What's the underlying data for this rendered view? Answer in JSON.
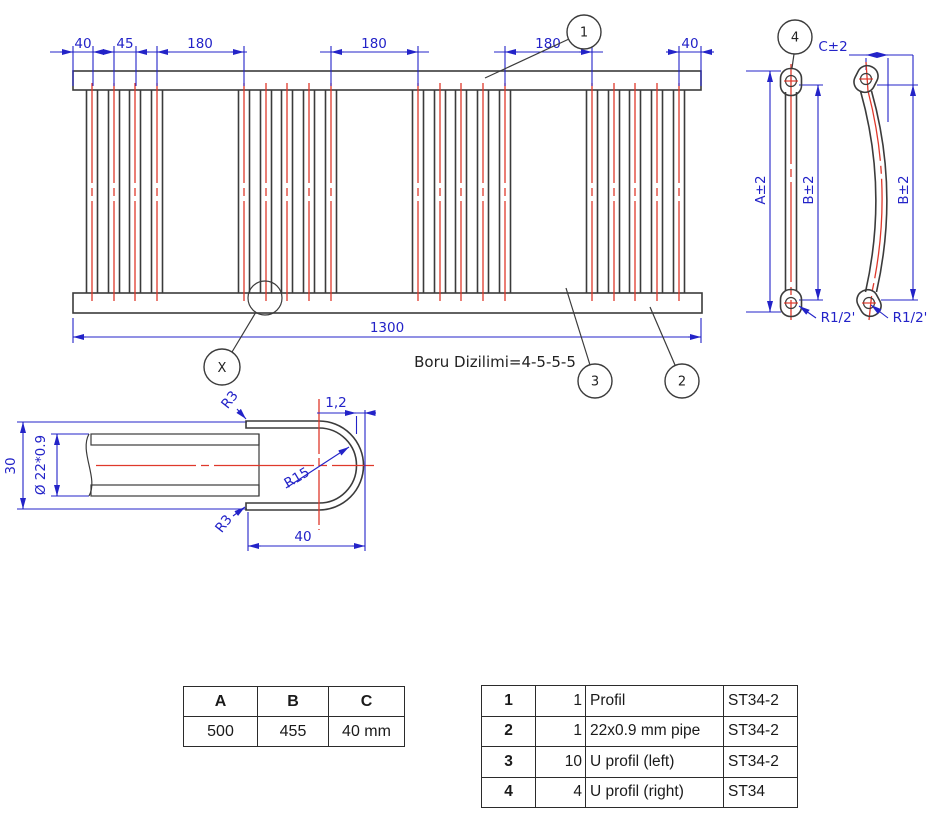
{
  "front_view": {
    "dim_40_left": "40",
    "dim_45": "45",
    "dim_180_1": "180",
    "dim_180_2": "180",
    "dim_180_3": "180",
    "dim_40_right": "40",
    "dim_total": "1300",
    "note": "Boru Dizilimi=4-5-5-5",
    "balloon_1": "1",
    "balloon_2": "2",
    "balloon_3": "3",
    "balloon_x": "X"
  },
  "side_view": {
    "balloon_4": "4",
    "dim_a": "A±2",
    "dim_b_left": "B±2",
    "dim_b_right": "B±2",
    "dim_c": "C±2",
    "thread_left": "R1/2'",
    "thread_right": "R1/2'"
  },
  "detail_view": {
    "dim_height": "30",
    "dim_pipe_dia": "Ø 22*0.9",
    "dim_r3_top": "R3",
    "dim_r3_bottom": "R3",
    "dim_wall": "1,2",
    "dim_radius": "R15",
    "dim_width": "40"
  },
  "abc_table": {
    "headers": [
      "A",
      "B",
      "C"
    ],
    "values": [
      "500",
      "455",
      "40 mm"
    ]
  },
  "parts_table": {
    "rows": [
      {
        "no": "1",
        "qty": "1",
        "desc": "Profil",
        "material": "ST34-2"
      },
      {
        "no": "2",
        "qty": "1",
        "desc": "22x0.9 mm pipe",
        "material": "ST34-2"
      },
      {
        "no": "3",
        "qty": "10",
        "desc": "U profil (left)",
        "material": "ST34-2"
      },
      {
        "no": "4",
        "qty": "4",
        "desc": "U profil (right)",
        "material": "ST34"
      }
    ]
  },
  "colors": {
    "dimension_blue": "#2323c8",
    "centerline_red": "#df382b",
    "outline_dark": "#3b3b3b"
  }
}
